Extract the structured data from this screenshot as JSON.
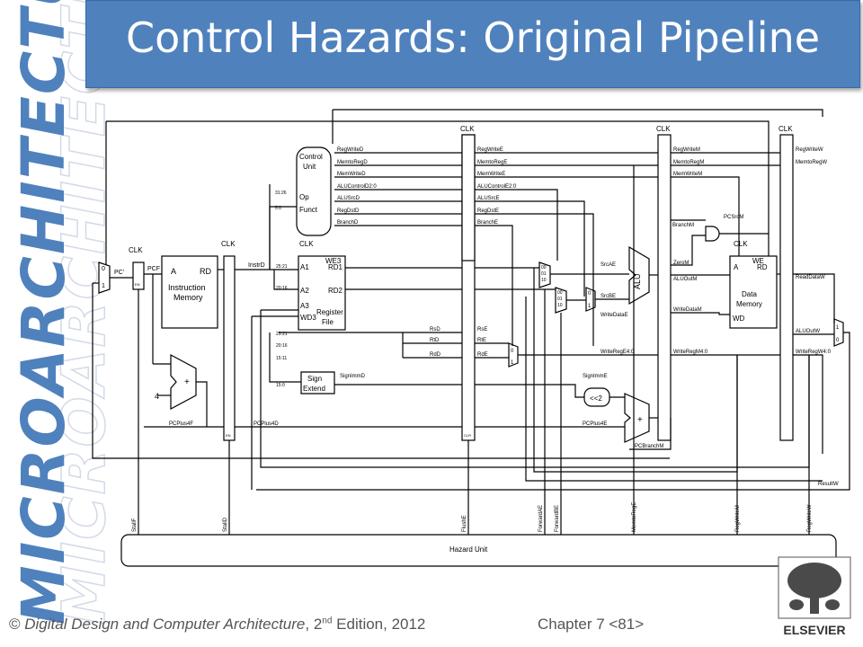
{
  "slide": {
    "title": "Control Hazards: Original Pipeline",
    "side_banner": "MICROARCHITECTURE",
    "footer_prefix": "© ",
    "footer_book": "Digital Design and Computer Architecture",
    "footer_edition": ", 2",
    "footer_sup": "nd",
    "footer_rest": " Edition, 2012",
    "chapter": "Chapter 7 <81>",
    "publisher": "ELSEVIER"
  },
  "colors": {
    "title_bg": "#4f81bd",
    "banner": "#4f81bd",
    "wire": "#000000"
  },
  "diagram": {
    "clk": "CLK",
    "pc_labels": {
      "pcp": "PC'",
      "pcf": "PCF",
      "instrd": "InstrD"
    },
    "mux_bits": {
      "zero": "0",
      "one": "1",
      "b00": "00",
      "b01": "01",
      "b10": "10"
    },
    "imem": {
      "a": "A",
      "rd": "RD",
      "name1": "Instruction",
      "name2": "Memory"
    },
    "control": {
      "name1": "Control",
      "name2": "Unit",
      "op": "Op",
      "funct": "Funct",
      "op_bits": "31:26",
      "funct_bits": "5:0"
    },
    "regfile": {
      "a1": "A1",
      "a2": "A2",
      "a3": "A3",
      "wd3": "WD3",
      "we3": "WE3",
      "rd1": "RD1",
      "rd2": "RD2",
      "name1": "Register",
      "name2": "File"
    },
    "bits": {
      "b25_21": "25:21",
      "b20_16": "20:16",
      "b15_11": "15:11",
      "b15_0": "15:0",
      "b25_21b": "25:21",
      "b20_16b": "20:16"
    },
    "sign": {
      "l1": "Sign",
      "l2": "Extend"
    },
    "alu": "ALU",
    "shift": "<<2",
    "four": "4",
    "plus": "+",
    "dmem": {
      "a": "A",
      "rd": "RD",
      "wd": "WD",
      "we": "WE",
      "name1": "Data",
      "name2": "Memory"
    },
    "decode_signals": [
      "RegWriteD",
      "MemtoRegD",
      "MemWriteD",
      "ALUControlD2:0",
      "ALUSrcD",
      "RegDstD",
      "BranchD"
    ],
    "execute_signals": [
      "RegWriteE",
      "MemtoRegE",
      "MemWriteE",
      "ALUControlE2:0",
      "ALUSrcE",
      "RegDstE",
      "BranchE"
    ],
    "mem_signals": [
      "RegWriteM",
      "MemtoRegM",
      "MemWriteM"
    ],
    "wb_signals": [
      "RegWriteW",
      "MemtoRegW"
    ],
    "wires": {
      "branchm": "BranchM",
      "pcsrcm": "PCSrcM",
      "zerom": "ZeroM",
      "srcae": "SrcAE",
      "srcbe": "SrcBE",
      "writedatae": "WriteDataE",
      "aluoutm": "ALUOutM",
      "writedatam": "WriteDataM",
      "readdataw": "ReadDataW",
      "aluoutw": "ALUOutW",
      "writeregw": "WriteRegW4:0",
      "writerege": "WriteRegE4:0",
      "writeregm": "WriteRegM4:0",
      "rsd": "RsD",
      "rtd": "RtD",
      "rdd": "RdD",
      "rse": "RsE",
      "rte": "RtE",
      "rde": "RdE",
      "signimmd": "SignImmD",
      "signimme": "SignImmE",
      "pcplus4f": "PCPlus4F",
      "pcplus4d": "PCPlus4D",
      "pcplus4e": "PCPlus4E",
      "pcbranchm": "PCBranchM",
      "resultw": "ResultW",
      "en": "EN",
      "clr": "CLR"
    },
    "hazard": {
      "name": "Hazard Unit",
      "signals": [
        "StallF",
        "StallD",
        "FlushE",
        "ForwardAE",
        "ForwardBE",
        "MemtoRegE",
        "RegWriteM",
        "RegWriteW"
      ]
    }
  }
}
